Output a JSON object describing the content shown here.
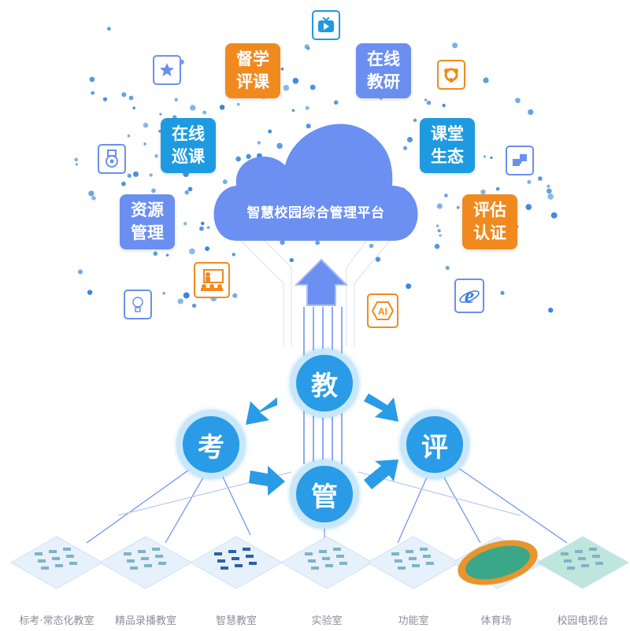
{
  "platform": {
    "title": "智慧校园综合管理平台"
  },
  "tiles": [
    {
      "label": "督学评课",
      "line1": "督学",
      "line2": "评课",
      "color": "#f08a1e"
    },
    {
      "label": "在线教研",
      "line1": "在线",
      "line2": "教研",
      "color": "#6a8ff0"
    },
    {
      "label": "在线巡课",
      "line1": "在线",
      "line2": "巡课",
      "color": "#1e9be0"
    },
    {
      "label": "课堂生态",
      "line1": "课堂",
      "line2": "生态",
      "color": "#1e9be0"
    },
    {
      "label": "资源管理",
      "line1": "资源",
      "line2": "管理",
      "color": "#6a8ff0"
    },
    {
      "label": "评估认证",
      "line1": "评估",
      "line2": "认证",
      "color": "#f08a1e"
    }
  ],
  "icons": [
    "tv-play-icon",
    "star-icon",
    "share-icon",
    "medal-icon",
    "puzzle-icon",
    "teacher-icon",
    "lightbulb-icon",
    "ai-icon",
    "browser-e-icon"
  ],
  "cycle": {
    "teach": "教",
    "exam": "考",
    "evaluate": "评",
    "manage": "管"
  },
  "rooms": [
    {
      "label": "标考·常态化教室"
    },
    {
      "label": "精品录播教室"
    },
    {
      "label": "智慧教室"
    },
    {
      "label": "实验室"
    },
    {
      "label": "功能室"
    },
    {
      "label": "体育场"
    },
    {
      "label": "校园电视台"
    }
  ],
  "colors": {
    "orange": "#f08a1e",
    "blue": "#6a8ff0",
    "cyan": "#1e9be0",
    "circle": "#2a9be6",
    "cloud": "#6c8ff2"
  }
}
